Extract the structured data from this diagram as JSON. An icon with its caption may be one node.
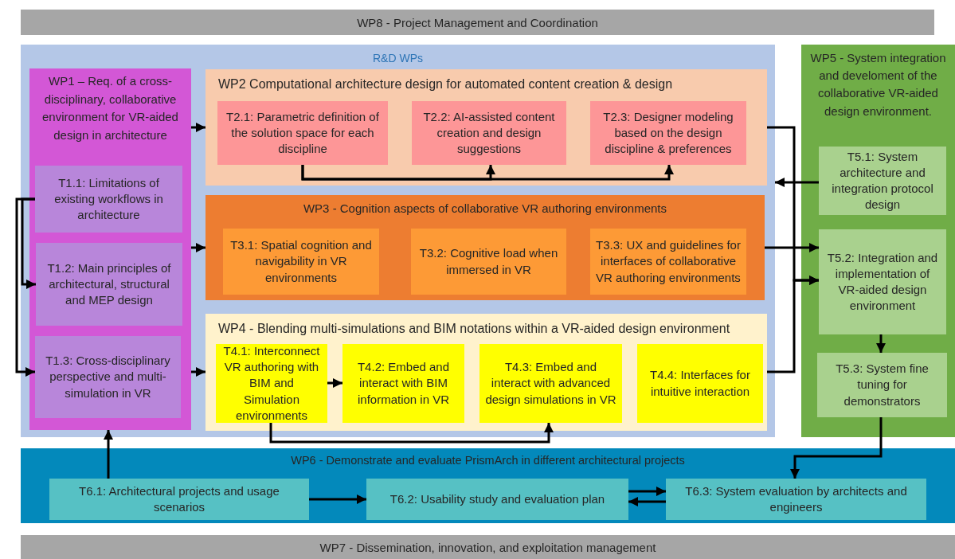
{
  "diagram": {
    "nodes": [
      {
        "text": [
          "WP8 - Project Management and Coordination"
        ]
      },
      {
        "text": [
          "R&D WPs"
        ]
      },
      {
        "text": [
          "WP1 – Req. of a cross-disciplinary, collaborative environment for VR-aided design in architecture"
        ],
        "in": 1
      },
      {
        "text": [
          "T1.1: Limitations of existing workflows in architecture"
        ],
        "in": 2
      },
      {
        "text": [
          "T1.2: Main principles of architectural, structural and MEP design"
        ],
        "in": 2
      },
      {
        "text": [
          "T1.3: Cross-disciplinary perspective and multi-simulation in VR"
        ],
        "in": 2
      },
      {
        "text": [
          "WP2 Computational architecture design for automated content creation & design"
        ],
        "in": 1
      },
      {
        "text": [
          "T2.1: Parametric definition of the solution space for each discipline"
        ],
        "in": 6
      },
      {
        "text": [
          "T2.2: AI-assisted content creation and design suggestions"
        ],
        "in": 6
      },
      {
        "text": [
          "T2.3: Designer modeling based on the design discipline & preferences"
        ],
        "in": 6
      },
      {
        "text": [
          "WP3 - Cognition aspects of collaborative VR authoring environments"
        ],
        "in": 1
      },
      {
        "text": [
          "T3.1: Spatial cognition and navigability in VR environments"
        ],
        "in": 10
      },
      {
        "text": [
          "T3.2: Cognitive load when immersed in VR"
        ],
        "in": 10
      },
      {
        "text": [
          "T3.3: UX and guidelines for interfaces of collaborative VR authoring environments"
        ],
        "in": 10
      },
      {
        "text": [
          "WP4 - Blending multi-simulations and BIM notations within a VR-aided design environment"
        ],
        "in": 1
      },
      {
        "text": [
          "T4.1: Interconnect VR authoring with BIM and Simulation environments"
        ],
        "in": 14
      },
      {
        "text": [
          "T4.2: Embed and interact with BIM information in VR"
        ],
        "in": 14
      },
      {
        "text": [
          "T4.3: Embed and interact with advanced design simulations in VR"
        ],
        "in": 14
      },
      {
        "text": [
          "T4.4: Interfaces for intuitive interaction"
        ],
        "in": 14
      },
      {
        "text": [
          "WP5 - System integration and develoment of the collaborative VR-aided design environment."
        ]
      },
      {
        "text": [
          "T5.1: System architecture and integration protocol design"
        ],
        "in": 19
      },
      {
        "text": [
          "T5.2: Integration and implementation of VR-aided design environment"
        ],
        "in": 19
      },
      {
        "text": [
          "T5.3: System fine tuning for demonstrators"
        ],
        "in": 19
      },
      {
        "text": [
          "WP6 - Demonstrate and evaluate PrismArch in different architectural projects"
        ]
      },
      {
        "text": [
          "T6.1: Architectural projects and usage scenarios"
        ],
        "in": 23
      },
      {
        "text": [
          "T6.2: Usability study and evaluation plan"
        ],
        "in": 23
      },
      {
        "text": [
          "T6.3: System evaluation by architects and engineers"
        ],
        "in": 23
      },
      {
        "text": [
          "WP7 - Dissemination, innovation, and exploitation management"
        ]
      }
    ],
    "edges": [
      {
        "from": 2,
        "to": 6,
        "arrow": "to"
      },
      {
        "from": 2,
        "to": 10,
        "arrow": "to"
      },
      {
        "from": 2,
        "to": 14,
        "arrow": "to"
      },
      {
        "from": 3,
        "to": 4,
        "arrow": "to"
      },
      {
        "from": 3,
        "to": 5,
        "arrow": "to"
      },
      {
        "from": 7,
        "to": 8,
        "arrow": "to"
      },
      {
        "from": 7,
        "to": 9,
        "arrow": "to"
      },
      {
        "from": 20,
        "to": 1,
        "arrow": "to"
      },
      {
        "from": 6,
        "to": 21,
        "arrow": "to"
      },
      {
        "from": 10,
        "to": 21,
        "arrow": "to"
      },
      {
        "from": 14,
        "to": 21,
        "arrow": "to"
      },
      {
        "from": 21,
        "to": 22,
        "arrow": "to"
      },
      {
        "from": 15,
        "to": 16,
        "arrow": "to"
      },
      {
        "from": 15,
        "to": 17,
        "arrow": "to"
      },
      {
        "from": 22,
        "to": 26,
        "arrow": "to"
      },
      {
        "from": 24,
        "to": 2,
        "arrow": "to"
      },
      {
        "from": 24,
        "to": 25,
        "arrow": "to"
      },
      {
        "from": 25,
        "to": 26,
        "arrow": "to"
      },
      {
        "from": 26,
        "to": 25,
        "arrow": "to"
      }
    ]
  }
}
